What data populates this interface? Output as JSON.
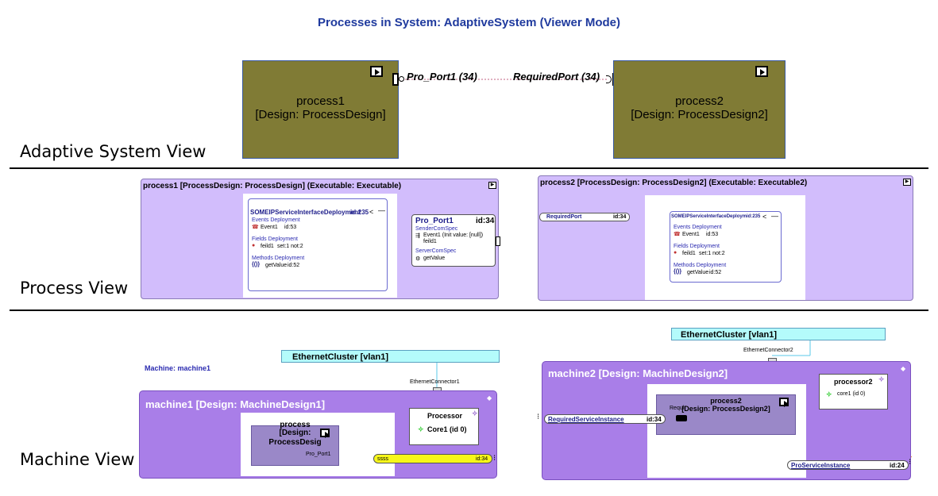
{
  "title": "Processes in System: AdaptiveSystem (Viewer Mode)",
  "views": {
    "adaptive_system": "Adaptive System View",
    "process": "Process View",
    "machine": "Machine View"
  },
  "system_view": {
    "process1": {
      "name": "process1",
      "design": "[Design: ProcessDesign]"
    },
    "process2": {
      "name": "process2",
      "design": "[Design: ProcessDesign2]"
    },
    "provided_port": "Pro_Port1 (34)",
    "required_port": "RequiredPort (34)"
  },
  "process_view": {
    "p1": {
      "title": "process1 [ProcessDesign: ProcessDesign] (Executable: Executable)",
      "deployment": {
        "name": "SOMEIPServiceInterfaceDeployment",
        "id": "id:235",
        "events_header": "Events Deployment",
        "event": "Event1",
        "event_id": "id:53",
        "fields_header": "Fields Deployment",
        "field": "feild1",
        "field_detail": "set:1 not:2",
        "methods_header": "Methods Deployment",
        "method": "getValue",
        "method_id": "id:52"
      },
      "port": {
        "name": "Pro_Port1",
        "id": "id:34",
        "sender_header": "SenderComSpec",
        "sender_item1": "Event1 (Init value: [null])",
        "sender_item2": "feild1",
        "server_header": "ServerComSpec",
        "server_item": "getValue"
      }
    },
    "p2": {
      "title": "process2 [ProcessDesign: ProcessDesign2] (Executable: Executable2)",
      "required_port": "RequiredPort",
      "required_port_id": "id:34",
      "deployment": {
        "name": "SOMEIPServiceInterfaceDeploym",
        "id": "id:235",
        "events_header": "Events Deployment",
        "event": "Event1",
        "event_id": "id:53",
        "fields_header": "Fields Deployment",
        "field": "feild1",
        "field_detail": "set:1 not:2",
        "methods_header": "Methods Deployment",
        "method": "getValue",
        "method_id": "id:52"
      }
    }
  },
  "machine_view": {
    "machine_label": "Machine: machine1",
    "m1": {
      "cluster": "EthernetCluster [vlan1]",
      "connector": "EthernetConnector1",
      "title": "machine1 [Design: MachineDesign1]",
      "process_line1": "process",
      "process_line2": "[Design:",
      "process_line3": "ProcessDesig",
      "process_port": "Pro_Port1",
      "processor": "Processor",
      "core": "Core1 (id 0)",
      "instance": "ssss",
      "instance_id": "id:34"
    },
    "m2": {
      "cluster": "EthernetCluster [vlan1]",
      "connector": "EthernetConnector2",
      "title": "machine2 [Design: MachineDesign2]",
      "process_line1": "process2",
      "process_line2": "[Design: ProcessDesign2]",
      "process_port": "Requir",
      "processor": "processor2",
      "core": "core1 (id 0)",
      "required_instance": "RequiredServiceInstance",
      "required_instance_id": "id:34",
      "provided_instance": "ProServiceInstance",
      "provided_instance_id": "id:24"
    }
  },
  "colors": {
    "title": "#1f3a9e",
    "olive": "#807b35",
    "lavender": "#d2bdfc",
    "purple": "#a97ee8",
    "cyan": "#b4fbfb",
    "yellow": "#f7f71a",
    "green_link": "#2ecc2e"
  }
}
